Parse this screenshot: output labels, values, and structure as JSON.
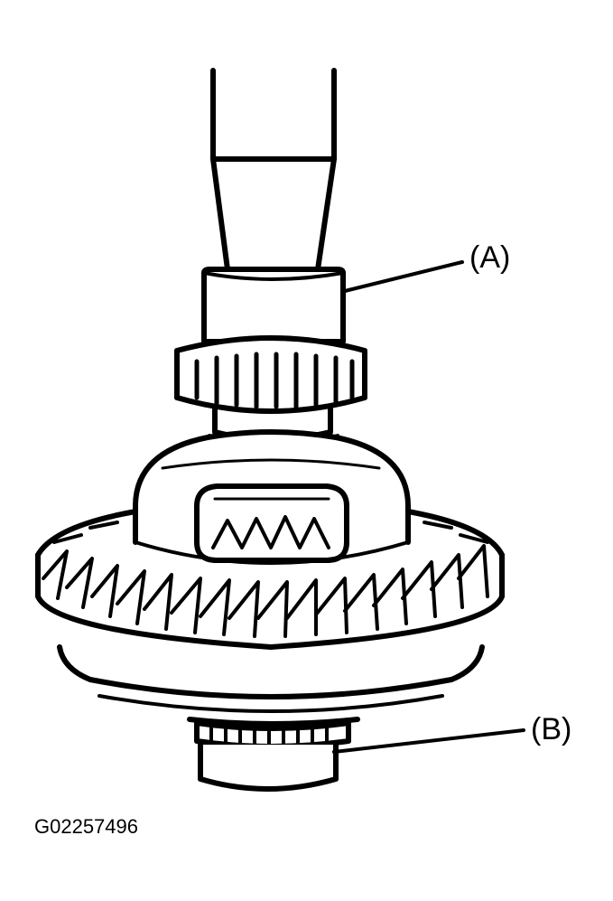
{
  "callouts": {
    "a": "(A)",
    "b": "(B)"
  },
  "figure_id": "G02257496",
  "colors": {
    "ink": "#000000",
    "paper": "#ffffff"
  }
}
